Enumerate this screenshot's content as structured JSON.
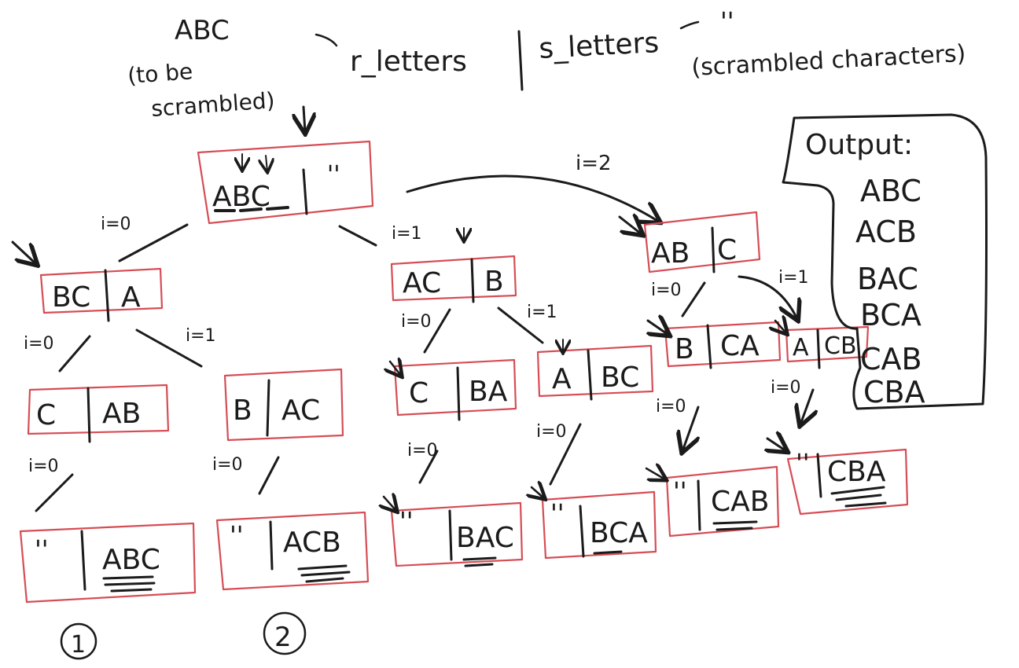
{
  "header": {
    "input_word": "ABC",
    "input_note_line1": "(to be",
    "input_note_line2": "scrambled)",
    "r_label": "r_letters",
    "s_label": "s_letters",
    "s_initial": "''",
    "s_note": "(scrambled characters)"
  },
  "root": {
    "left": "ABC",
    "right": "''"
  },
  "level1": [
    {
      "left": "BC",
      "right": "A"
    },
    {
      "left": "AC",
      "right": "B"
    },
    {
      "left": "AB",
      "right": "C"
    }
  ],
  "level2": [
    {
      "left": "C",
      "right": "AB"
    },
    {
      "left": "B",
      "right": "AC"
    },
    {
      "left": "C",
      "right": "BA"
    },
    {
      "left": "A",
      "right": "BC"
    },
    {
      "left": "B",
      "right": "CA"
    },
    {
      "left": "A",
      "right": "CB"
    }
  ],
  "leaves": [
    {
      "left": "''",
      "right": "ABC"
    },
    {
      "left": "''",
      "right": "ACB"
    },
    {
      "left": "''",
      "right": "BAC"
    },
    {
      "left": "''",
      "right": "BCA"
    },
    {
      "left": "''",
      "right": "CAB"
    },
    {
      "left": "''",
      "right": "CBA"
    }
  ],
  "edges": {
    "root_0": "i=0",
    "root_1": "i=1",
    "root_2": "i=2",
    "bc_0": "i=0",
    "bc_1": "i=1",
    "ac_0": "i=0",
    "ac_1": "i=1",
    "ab_0": "i=0",
    "ab_1": "i=1",
    "c_ab_0": "i=0",
    "b_ac_0": "i=0",
    "c_ba_0": "i=0",
    "a_bc_0": "i=0",
    "b_ca_0": "i=0",
    "a_cb_0": "i=0"
  },
  "markers": [
    "1",
    "2"
  ],
  "output": {
    "title": "Output:",
    "items": [
      "ABC",
      "ACB",
      "BAC",
      "BCA",
      "CAB",
      "CBA"
    ]
  },
  "colors": {
    "ink": "#1b1b1b",
    "box_outline": "#d64d55"
  }
}
